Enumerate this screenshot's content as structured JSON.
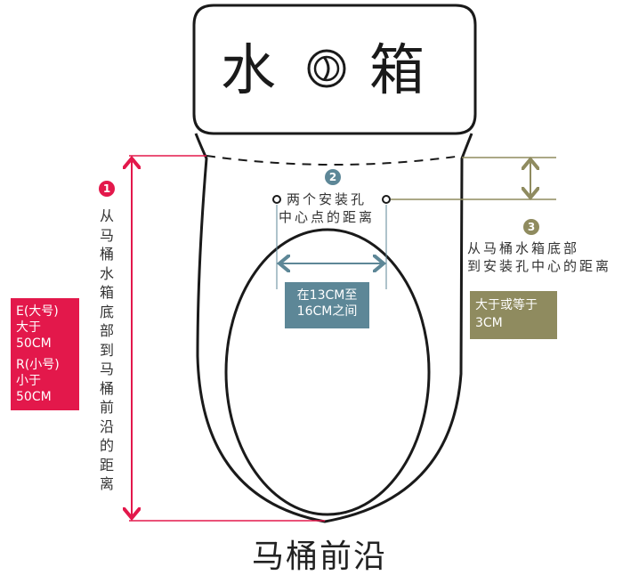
{
  "tank": {
    "char1": "水",
    "char2": "箱"
  },
  "colors": {
    "pink": "#e3184b",
    "blue": "#5d8797",
    "olive": "#8f8b5f",
    "outline": "#1a1a1a"
  },
  "measure1": {
    "number": "1",
    "vertical_label": "从马桶水箱底部到马桶前沿的距离",
    "box_line1": "E(大号)",
    "box_line2": "大于50CM",
    "box_line3": "R(小号)",
    "box_line4": "小于50CM"
  },
  "measure2": {
    "number": "2",
    "label_line1": "两个安装孔",
    "label_line2": "中心点的距离",
    "box_line1": "在13CM至",
    "box_line2": "16CM之间"
  },
  "measure3": {
    "number": "3",
    "label_line1": "从马桶水箱底部",
    "label_line2": "到安装孔中心的距离",
    "box_line1": "大于或等于",
    "box_line2": "3CM"
  },
  "bottom_title": "马桶前沿"
}
